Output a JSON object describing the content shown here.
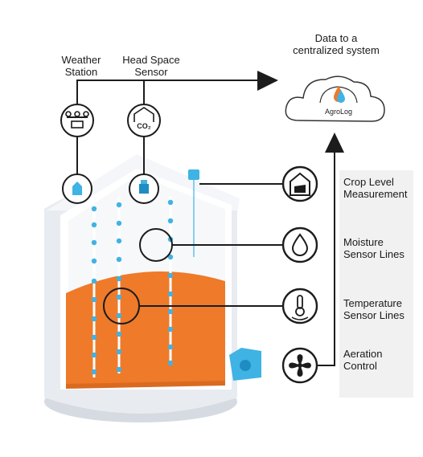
{
  "top_labels": {
    "weather_station": [
      "Weather",
      "Station"
    ],
    "head_space_sensor": [
      "Head Space",
      "Sensor"
    ],
    "data_destination": [
      "Data to a",
      "centralized system"
    ]
  },
  "logo_text": "AgroLog",
  "co2_text": "CO₂",
  "side_labels": {
    "crop_level": [
      "Crop Level",
      "Measurement"
    ],
    "moisture": [
      "Moisture",
      "Sensor Lines"
    ],
    "temperature": [
      "Temperature",
      "Sensor Lines"
    ],
    "aeration": [
      "Aeration",
      "Control"
    ]
  },
  "colors": {
    "line": "#1c1c1c",
    "grain": "#ee7a2a",
    "sensor": "#3fb3e4",
    "silo": "#e4e8ee"
  }
}
